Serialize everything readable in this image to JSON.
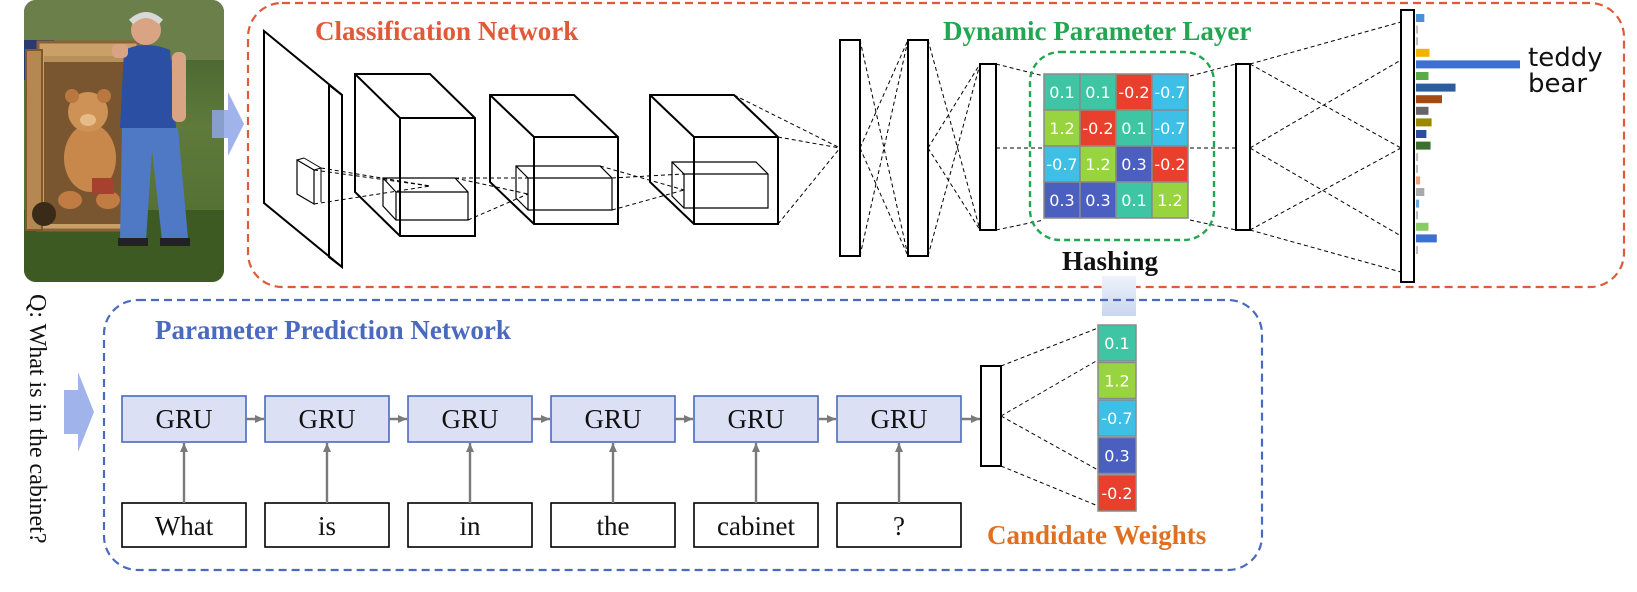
{
  "photo": {
    "description_icon": "photo-icon"
  },
  "question": "Q: What is in the cabinet?",
  "classification": {
    "title": "Classification Network",
    "color": "#e05a3a"
  },
  "dynamic_layer": {
    "title": "Dynamic Parameter Layer",
    "color": "#22a651",
    "hashing_label": "Hashing",
    "matrix": [
      [
        {
          "v": "0.1",
          "c": "#3ec6a4"
        },
        {
          "v": "0.1",
          "c": "#3ec6a4"
        },
        {
          "v": "-0.2",
          "c": "#e8402d"
        },
        {
          "v": "-0.7",
          "c": "#3dbfe6"
        }
      ],
      [
        {
          "v": "1.2",
          "c": "#97d43f"
        },
        {
          "v": "-0.2",
          "c": "#e8402d"
        },
        {
          "v": "0.1",
          "c": "#3ec6a4"
        },
        {
          "v": "-0.7",
          "c": "#3dbfe6"
        }
      ],
      [
        {
          "v": "-0.7",
          "c": "#3dbfe6"
        },
        {
          "v": "1.2",
          "c": "#97d43f"
        },
        {
          "v": "0.3",
          "c": "#4a5fbf"
        },
        {
          "v": "-0.2",
          "c": "#e8402d"
        }
      ],
      [
        {
          "v": "0.3",
          "c": "#4a5fbf"
        },
        {
          "v": "0.3",
          "c": "#4a5fbf"
        },
        {
          "v": "0.1",
          "c": "#3ec6a4"
        },
        {
          "v": "1.2",
          "c": "#97d43f"
        }
      ]
    ]
  },
  "output": {
    "label_line1": "teddy",
    "label_line2": "bear",
    "bars": [
      {
        "w": 0.08,
        "c": "#4a90d9"
      },
      {
        "w": 0.02,
        "c": "#bbbbbb"
      },
      {
        "w": 0.02,
        "c": "#bbbbbb"
      },
      {
        "w": 0.13,
        "c": "#f0b400"
      },
      {
        "w": 1.0,
        "c": "#3d6fd1"
      },
      {
        "w": 0.12,
        "c": "#5aaa48"
      },
      {
        "w": 0.38,
        "c": "#2c5d9e"
      },
      {
        "w": 0.25,
        "c": "#a54a10"
      },
      {
        "w": 0.12,
        "c": "#666666"
      },
      {
        "w": 0.15,
        "c": "#9a8a00"
      },
      {
        "w": 0.1,
        "c": "#2b4f9e"
      },
      {
        "w": 0.14,
        "c": "#3d7030"
      },
      {
        "w": 0.02,
        "c": "#bbbbbb"
      },
      {
        "w": 0.02,
        "c": "#bbbbbb"
      },
      {
        "w": 0.04,
        "c": "#f0a080"
      },
      {
        "w": 0.08,
        "c": "#aaaaaa"
      },
      {
        "w": 0.03,
        "c": "#6fa8d8"
      },
      {
        "w": 0.02,
        "c": "#bbbbbb"
      },
      {
        "w": 0.12,
        "c": "#88cc66"
      },
      {
        "w": 0.2,
        "c": "#3d6fd1"
      },
      {
        "w": 0.02,
        "c": "#bbbbbb"
      }
    ]
  },
  "param_prediction": {
    "title": "Parameter Prediction Network",
    "color": "#4a6abf",
    "gru_label": "GRU",
    "words": [
      "What",
      "is",
      "in",
      "the",
      "cabinet",
      "?"
    ]
  },
  "candidate_weights": {
    "title": "Candidate Weights",
    "color": "#e07020",
    "cells": [
      {
        "v": "0.1",
        "c": "#3ec6a4"
      },
      {
        "v": "1.2",
        "c": "#97d43f"
      },
      {
        "v": "-0.7",
        "c": "#3dbfe6"
      },
      {
        "v": "0.3",
        "c": "#4a5fbf"
      },
      {
        "v": "-0.2",
        "c": "#e8402d"
      }
    ]
  }
}
